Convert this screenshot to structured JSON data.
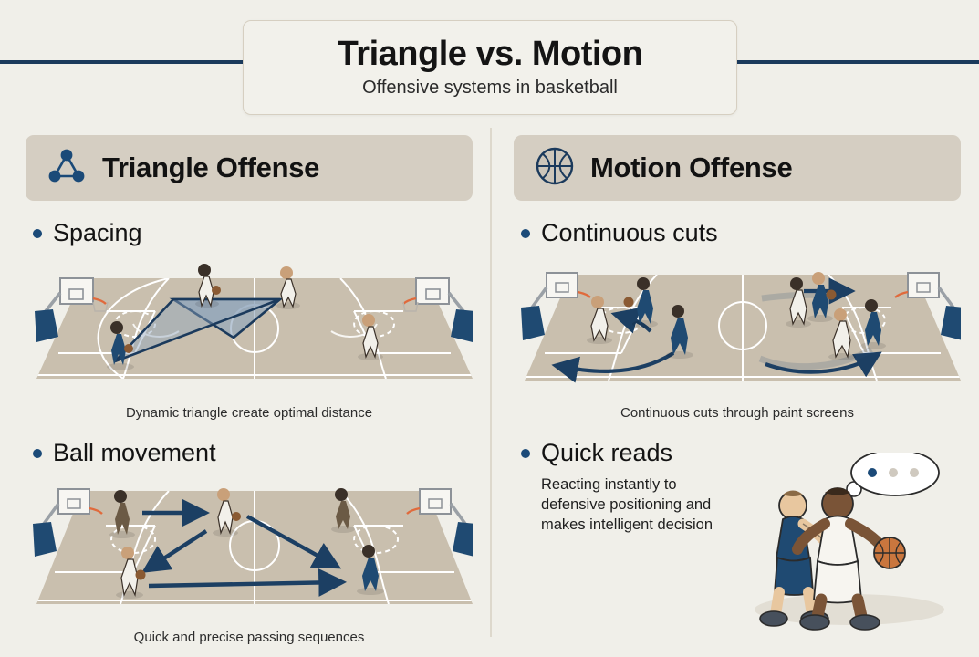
{
  "title": {
    "main": "Triangle vs. Motion",
    "subtitle": "Offensive systems in basketball"
  },
  "colors": {
    "background": "#f0efe9",
    "navy": "#1b3a5c",
    "accent_dot": "#1b4a78",
    "header_band": "#d5cec2",
    "court": "#c9bfae",
    "court_line": "#ffffff",
    "arrow": "#1c3f63",
    "triangle_fill": "#8ea4bd",
    "triangle_stroke": "#1b3a5c"
  },
  "columns": [
    {
      "id": "triangle-offense",
      "icon": "triangle-nodes-icon",
      "header": "Triangle Offense",
      "items": [
        {
          "label": "Spacing",
          "caption": "Dynamic triangle create optimal distance",
          "diagram": "court-triangle-spacing"
        },
        {
          "label": "Ball movement",
          "caption": "Quick and precise passing sequences",
          "diagram": "court-passing-arrows"
        }
      ]
    },
    {
      "id": "motion-offense",
      "icon": "basketball-icon",
      "header": "Motion Offense",
      "items": [
        {
          "label": "Continuous cuts",
          "caption": "Continuous cuts through paint screens",
          "diagram": "court-cutting-arrows"
        },
        {
          "label": "Quick reads",
          "paragraph": "Reacting instantly to defensive positioning and makes intelligent decision",
          "diagram": "players-thought-bubble"
        }
      ]
    }
  ]
}
